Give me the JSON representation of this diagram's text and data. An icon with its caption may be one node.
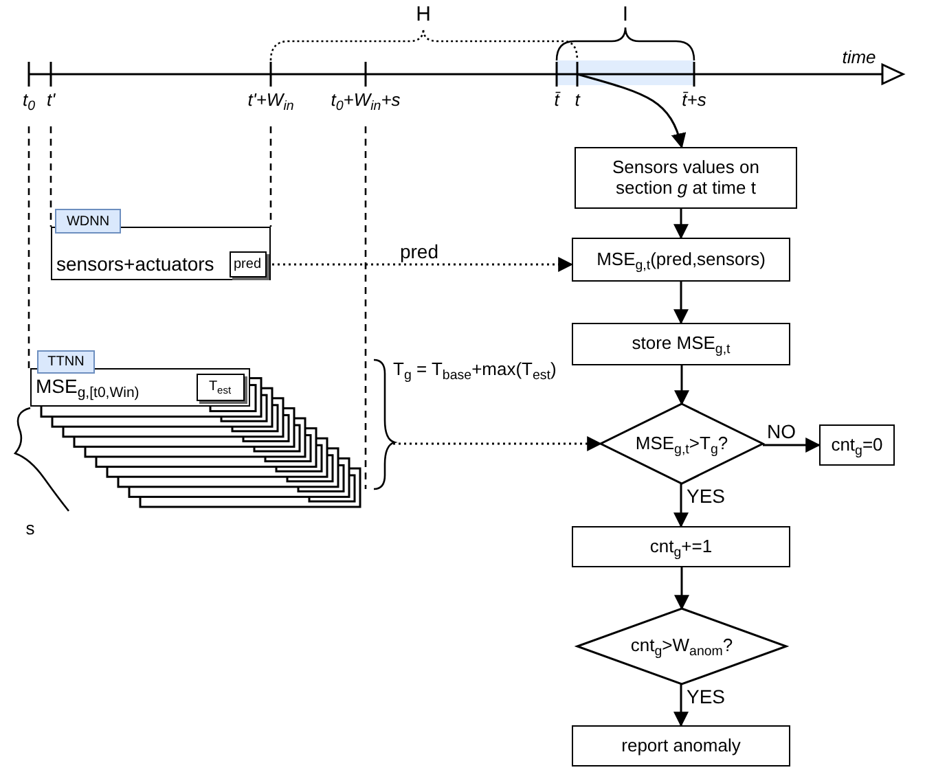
{
  "diagram": {
    "nodes": [
      {
        "text": [
          "Sensors values on section *g* at time t"
        ]
      },
      {
        "text": [
          "MSE$_{g,t}$(pred,sensors)"
        ]
      },
      {
        "text": [
          "store MSE$_{g,t}$"
        ]
      },
      {
        "text": [
          "MSE$_{g,t}$>T$_{g}$?"
        ]
      },
      {
        "text": [
          "cnt$_{g}$=0"
        ]
      },
      {
        "text": [
          "cnt$_{g}$+=1"
        ]
      },
      {
        "text": [
          "cnt$_{g}$>W$_{anom}$?"
        ]
      },
      {
        "text": [
          "report anomaly"
        ]
      },
      {
        "text": [
          "sensors+actuators"
        ]
      },
      {
        "text": [
          "WDNN"
        ]
      },
      {
        "text": [
          "pred"
        ],
        "in": 8
      },
      {
        "text": [
          "MSE$_{g,[t}$$_{0}$$_{,W}$$_{in}$$_{)}$"
        ]
      },
      {
        "text": [
          "TTNN"
        ]
      },
      {
        "text": [
          "T$_{est}$"
        ],
        "in": 11
      },
      {
        "text": [
          "T$_{g}$ = T$_{base}$+max(T$_{est}$)"
        ]
      }
    ],
    "edges": [
      {
        "from": null,
        "to": 0,
        "arrow": "to"
      },
      {
        "from": 0,
        "to": 1,
        "arrow": "to"
      },
      {
        "from": 1,
        "to": 2,
        "arrow": "to"
      },
      {
        "from": 2,
        "to": 3,
        "arrow": "to"
      },
      {
        "from": 3,
        "to": 4,
        "arrow": "to",
        "label": "NO"
      },
      {
        "from": 3,
        "to": 5,
        "arrow": "to",
        "label": "YES"
      },
      {
        "from": 5,
        "to": 6,
        "arrow": "to"
      },
      {
        "from": 6,
        "to": 7,
        "arrow": "to",
        "label": "YES"
      },
      {
        "from": 10,
        "to": 1,
        "arrow": "to",
        "label": "pred",
        "style": "dashed"
      },
      {
        "from": 14,
        "to": 3,
        "arrow": "to",
        "style": "dashed"
      }
    ],
    "labels": [
      "H",
      "I",
      "time",
      "t$_{0}$",
      "t'",
      "t'+W$_{in}$",
      "t$_{0}$+W$_{in}$+s",
      "t̄",
      "t",
      "t̄+s",
      "s"
    ]
  }
}
